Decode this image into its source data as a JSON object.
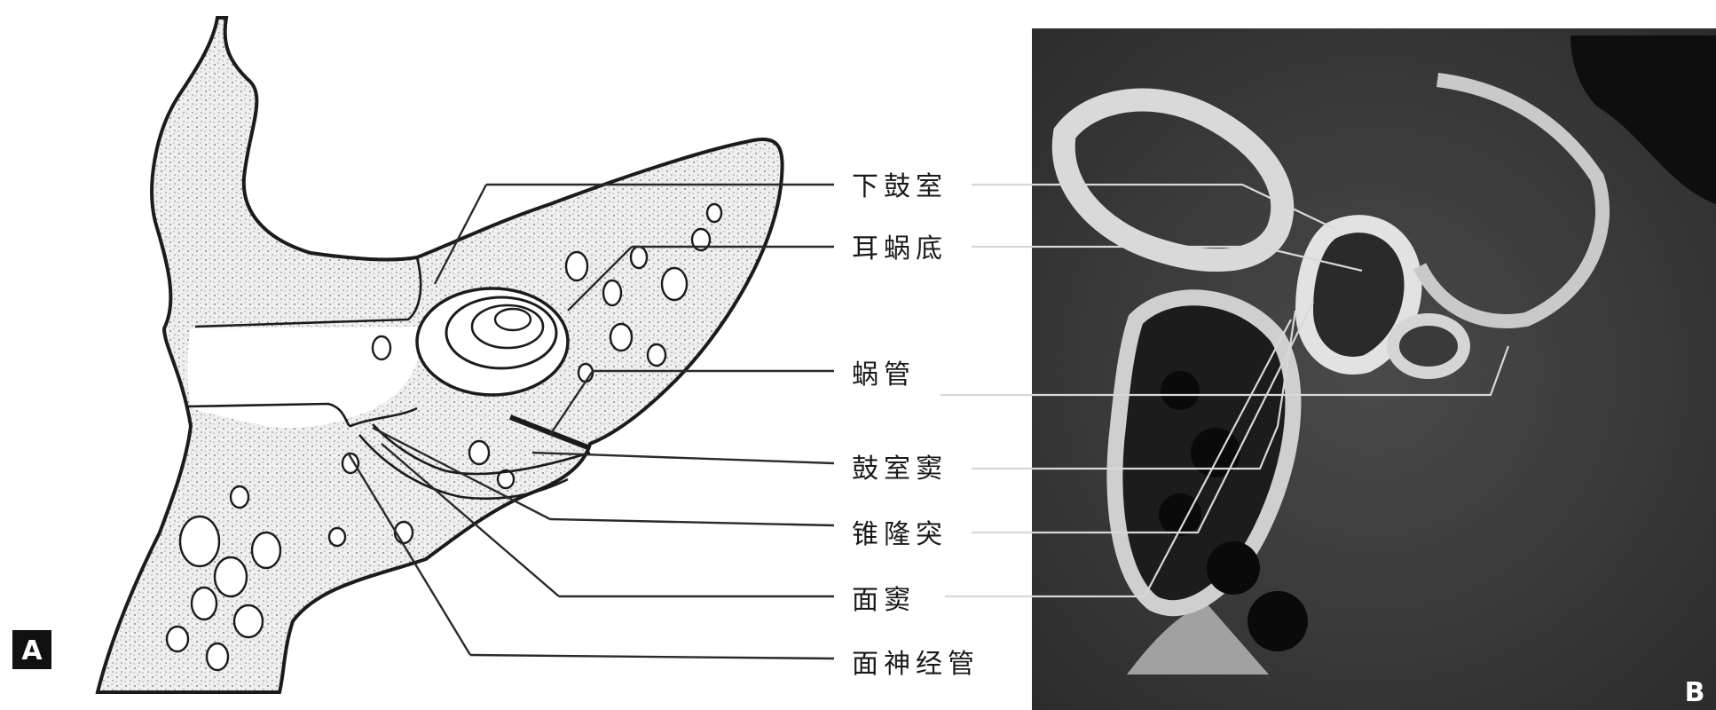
{
  "labels": {
    "hypotympanum": "下鼓室",
    "cochlear_base": "耳蜗底",
    "cochlear_canal": "蜗管",
    "sinus_tympani": "鼓室窦",
    "pyramidal_eminence": "锥隆突",
    "facial_recess": "面窦",
    "facial_nerve_canal": "面神经管"
  },
  "panels": {
    "a": "A",
    "b": "B"
  },
  "colors": {
    "ink": "#1b1b1b",
    "ct_background": "#3a3a3a",
    "ct_bone": "#d9d9d9",
    "ct_air": "#111111"
  }
}
